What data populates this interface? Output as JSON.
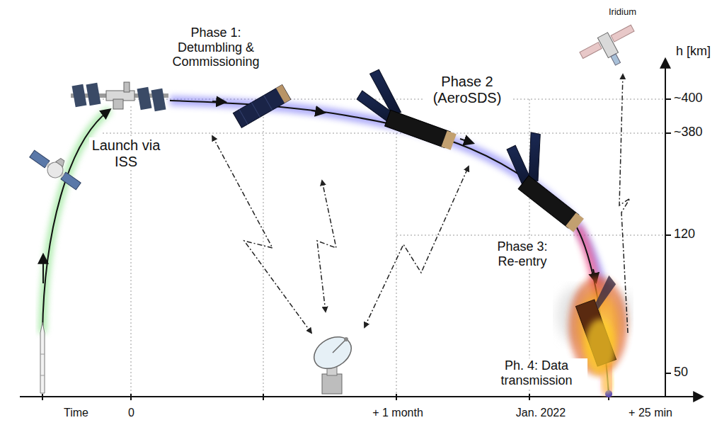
{
  "diagram": {
    "labels": [
      "Iridium",
      "h [km]",
      "Phase 1: Detumbling & Commissioning",
      "~400",
      "Launch via ISS",
      "Phase 2 (AeroSDS)",
      "~380",
      "120",
      "Phase 3: Re-entry",
      "50",
      "Ph. 4: Data transmission",
      "Time",
      "0",
      "+ 1 month",
      "Jan. 2022",
      "+ 25 min"
    ]
  }
}
